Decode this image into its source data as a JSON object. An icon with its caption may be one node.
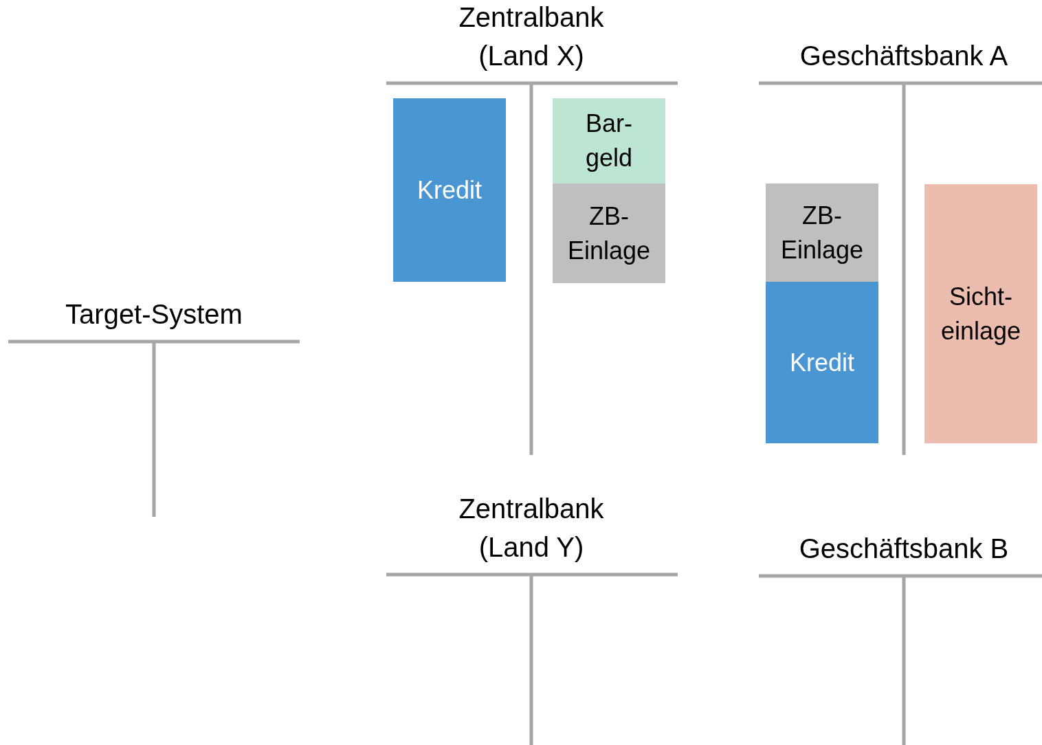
{
  "diagram": {
    "nodes": [
      {
        "text": [
          "Zentralbank (Land X)"
        ]
      },
      {
        "text": [
          "Kredit"
        ],
        "in": 0
      },
      {
        "text": [
          "Bar- geld"
        ],
        "in": 0
      },
      {
        "text": [
          "ZB- Einlage"
        ],
        "in": 0
      },
      {
        "text": [
          "Geschäftsbank A"
        ]
      },
      {
        "text": [
          "ZB- Einlage"
        ],
        "in": 4
      },
      {
        "text": [
          "Kredit"
        ],
        "in": 4
      },
      {
        "text": [
          "Sicht- einlage"
        ],
        "in": 4
      },
      {
        "text": [
          "Target-System"
        ]
      },
      {
        "text": [
          "Zentralbank (Land Y)"
        ]
      },
      {
        "text": [
          "Geschäftsbank B"
        ]
      }
    ]
  }
}
